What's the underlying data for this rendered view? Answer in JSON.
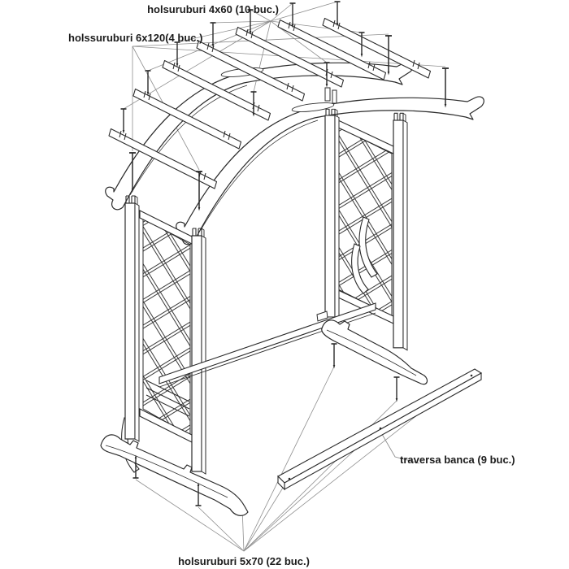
{
  "diagram": {
    "labels": {
      "top": "holsuruburi 4x60 (10 buc.)",
      "left": "holssuruburi 6x120(4 buc.)",
      "right": "traversa banca (9 buc.)",
      "bottom": "holsuruburi 5x70 (22 buc.)"
    },
    "parts": [
      {
        "name": "holsuruburi 4x60",
        "qty": "10 buc."
      },
      {
        "name": "holssuruburi 6x120",
        "qty": "4 buc."
      },
      {
        "name": "traversa banca",
        "qty": "9 buc."
      },
      {
        "name": "holsuruburi 5x70",
        "qty": "22 buc."
      }
    ],
    "colors": {
      "line": "#2b2b2b",
      "leader": "#8f8f8f",
      "text": "#1c1c1c",
      "background": "#ffffff"
    }
  }
}
